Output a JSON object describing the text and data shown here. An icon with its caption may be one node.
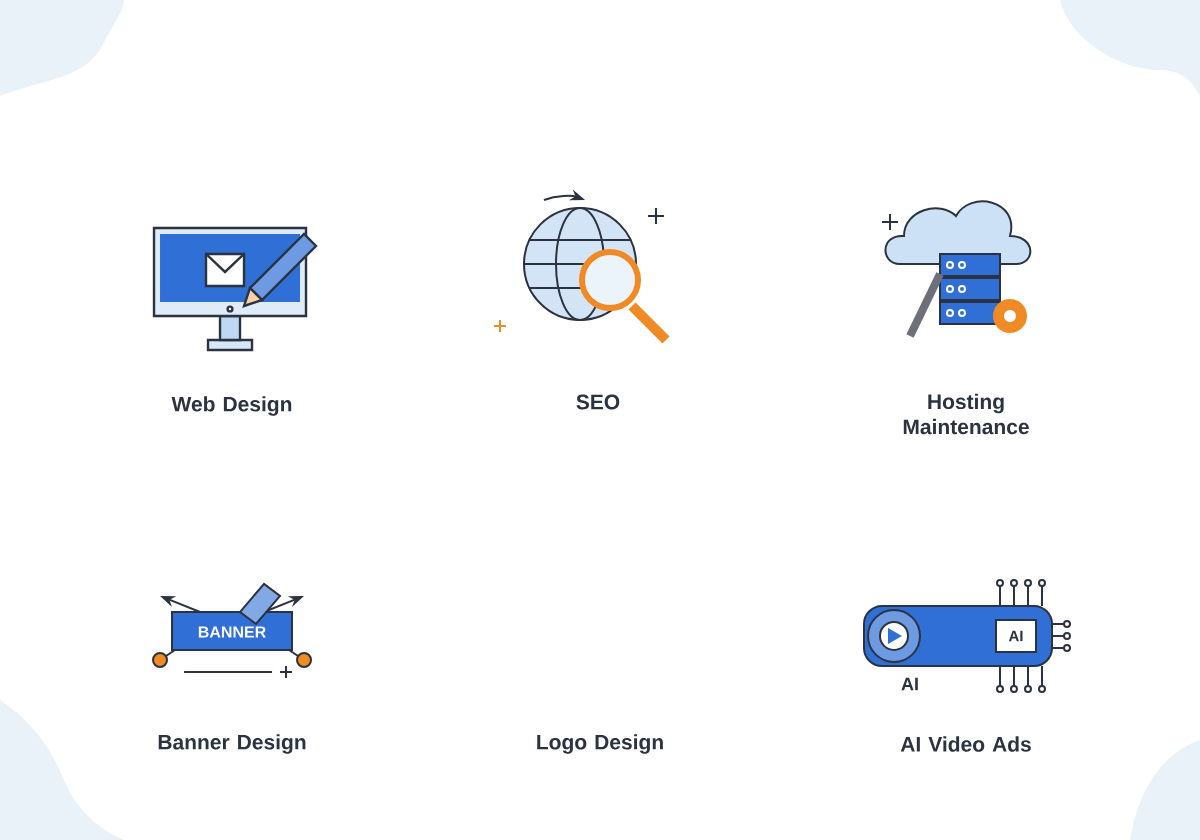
{
  "diagram": {
    "labels": [
      "Web Design",
      "SEO",
      "Hosting Maintenance",
      "BANNER",
      "AI",
      "AI",
      "Banner Design",
      "Logo Design",
      "AI Video Ads"
    ]
  }
}
